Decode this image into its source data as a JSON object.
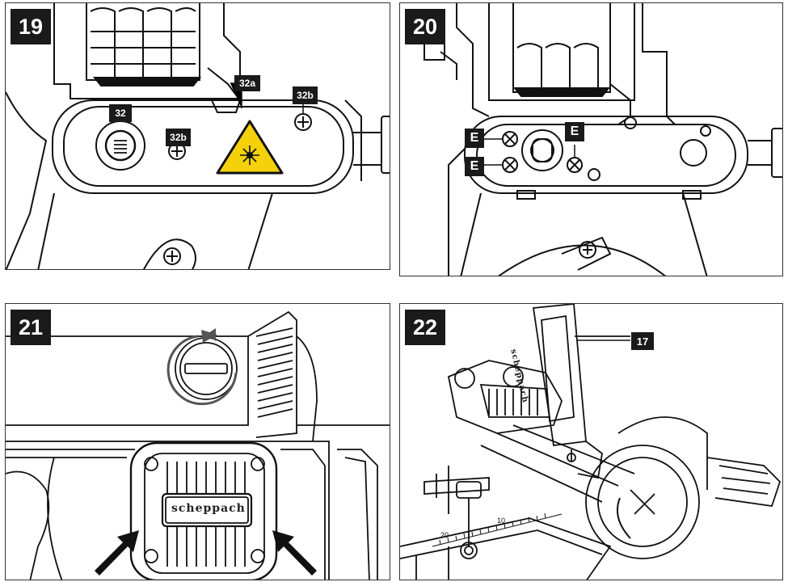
{
  "figures": [
    {
      "number": "19",
      "callouts": {
        "c32": "32",
        "c32a": "32a",
        "c32b_top": "32b",
        "c32b_mid": "32b"
      }
    },
    {
      "number": "20",
      "callouts": {
        "e1": "E",
        "e2": "E",
        "e3": "E"
      }
    },
    {
      "number": "21",
      "brand": "scheppach"
    },
    {
      "number": "22",
      "callouts": {
        "c17": "17"
      },
      "brand": "scheppach",
      "scale": {
        "left": "20",
        "right": "10"
      }
    }
  ]
}
